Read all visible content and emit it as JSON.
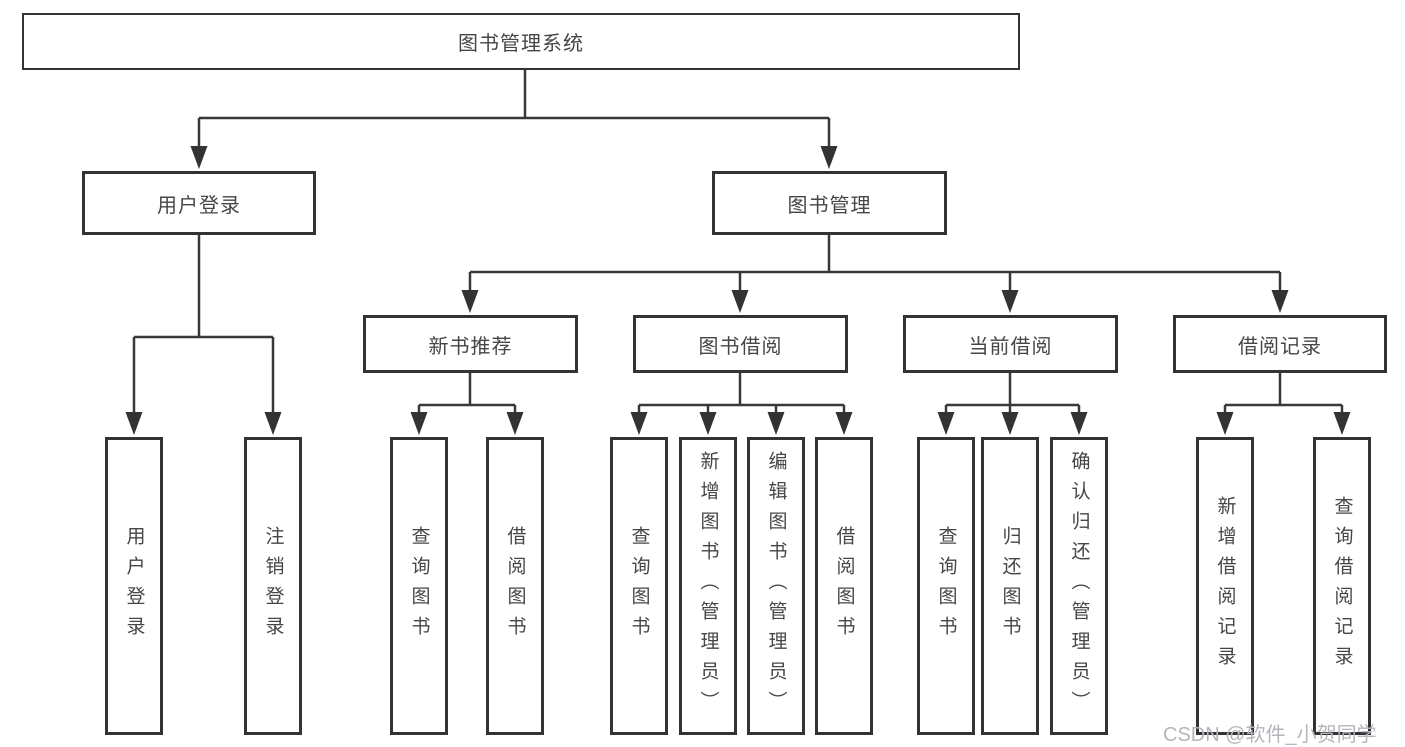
{
  "colors": {
    "line": "#383838",
    "box_border": "#333333",
    "text": "#464646",
    "watermark": "#b3b7bc",
    "background": "#ffffff"
  },
  "watermark": {
    "text": "CSDN @软件_小贺同学"
  },
  "tree": {
    "root": {
      "label": "图书管理系统"
    },
    "branches": [
      {
        "label": "用户登录",
        "children": [
          {
            "label": "用户登录"
          },
          {
            "label": "注销登录"
          }
        ]
      },
      {
        "label": "图书管理",
        "groups": [
          {
            "label": "新书推荐",
            "children": [
              {
                "label": "查询图书"
              },
              {
                "label": "借阅图书"
              }
            ]
          },
          {
            "label": "图书借阅",
            "children": [
              {
                "label": "查询图书"
              },
              {
                "label": "新增图书（管理员）"
              },
              {
                "label": "编辑图书（管理员）"
              },
              {
                "label": "借阅图书"
              }
            ]
          },
          {
            "label": "当前借阅",
            "children": [
              {
                "label": "查询图书"
              },
              {
                "label": "归还图书"
              },
              {
                "label": "确认归还（管理员）"
              }
            ]
          },
          {
            "label": "借阅记录",
            "children": [
              {
                "label": "新增借阅记录"
              },
              {
                "label": "查询借阅记录"
              }
            ]
          }
        ]
      }
    ]
  }
}
